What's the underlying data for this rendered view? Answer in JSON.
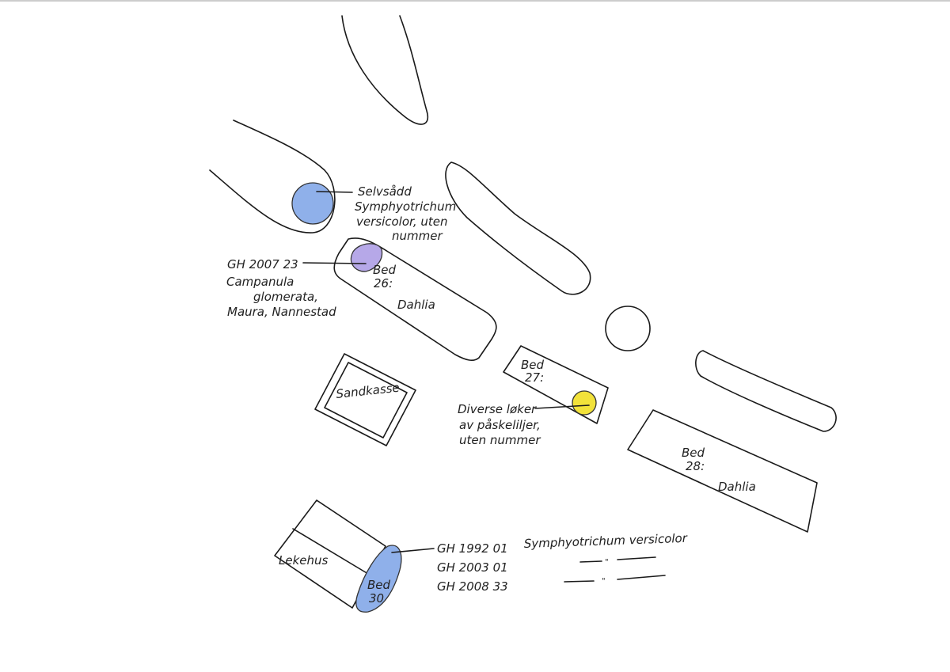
{
  "colors": {
    "blue": "#8fb0ea",
    "purple": "#b6a8e8",
    "yellow": "#f2e23a",
    "ink": "#1a1a1a"
  },
  "labels": {
    "selvsadd": [
      "Selvsådd",
      "Symphyotrichum",
      "versicolor, uten",
      "nummer"
    ],
    "gh200723": [
      "GH 2007 23",
      "Campanula",
      "glomerata,",
      "Maura, Nannestad"
    ],
    "bed26": [
      "Bed",
      "26:",
      "Dahlia"
    ],
    "sandkasse": "Sandkasse",
    "bed27": [
      "Bed",
      "27:"
    ],
    "diverse": [
      "Diverse løker",
      "av påskeliljer,",
      "uten nummer"
    ],
    "bed28": [
      "Bed",
      "28:",
      "Dahlia"
    ],
    "lekehus": "Lekehus",
    "bed30": [
      "Bed",
      "30"
    ],
    "bed30_list": [
      {
        "code": "GH 1992 01",
        "name": "Symphyotrichum versicolor"
      },
      {
        "code": "GH 2003 01",
        "name": "\""
      },
      {
        "code": "GH 2008 33",
        "name": "\""
      }
    ]
  }
}
